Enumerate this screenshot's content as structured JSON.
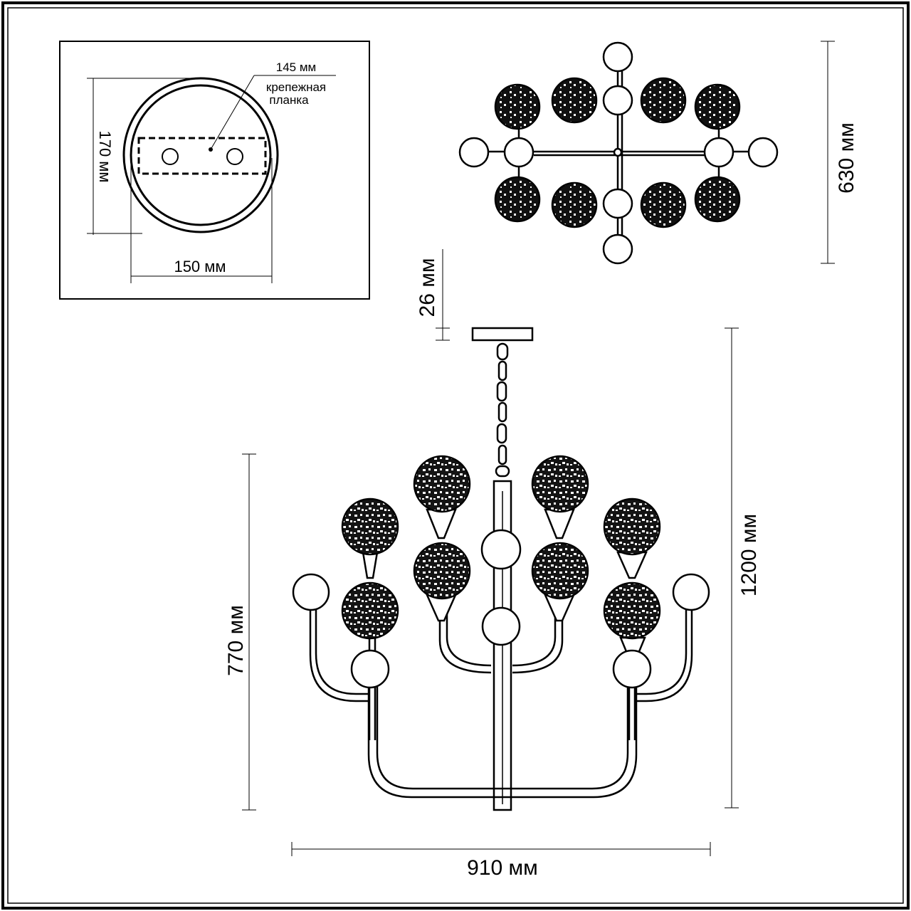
{
  "mount_detail": {
    "plate_length": "145 мм",
    "plate_label_line1": "крепежная",
    "plate_label_line2": "планка",
    "height": "170 мм",
    "width": "150 мм"
  },
  "top_view": {
    "depth": "630 мм"
  },
  "front_view": {
    "canopy_height": "26 мм",
    "total_height": "1200 мм",
    "body_height": "770 мм",
    "width": "910 мм"
  }
}
